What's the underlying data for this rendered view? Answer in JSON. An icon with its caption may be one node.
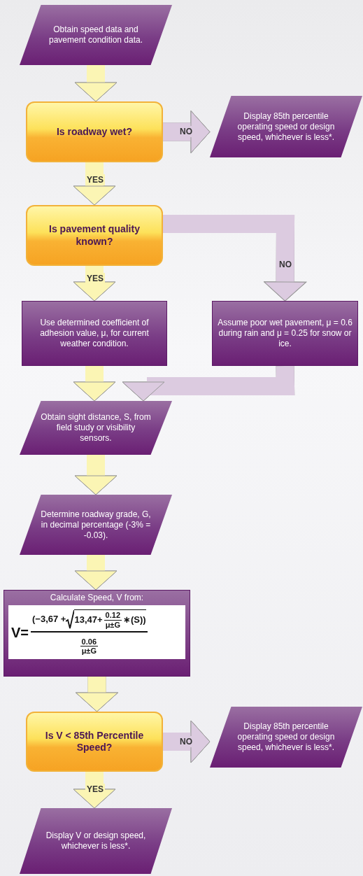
{
  "diagram": {
    "nodes": [
      {
        "text": [
          "Obtain speed data and pavement condition data."
        ]
      },
      {
        "text": [
          "Is roadway wet?"
        ]
      },
      {
        "text": [
          "Display 85th percentile operating speed or design speed, whichever is less*."
        ]
      },
      {
        "text": [
          "Is pavement quality known?"
        ]
      },
      {
        "text": [
          "Use determined coefficient of adhesion value, μ, for current weather condition."
        ]
      },
      {
        "text": [
          "Assume poor wet pavement, μ = 0.6 during rain and μ = 0.25 for snow or ice."
        ]
      },
      {
        "text": [
          "Obtain sight distance, S, from field study or visibility sensors."
        ]
      },
      {
        "text": [
          "Determine roadway grade, G, in decimal percentage (-3% = -0.03)."
        ]
      },
      {
        "text": [
          "Calculate Speed, V from:",
          "V=",
          "(−3,67 +",
          "13,47+",
          "0.12",
          "μ±G",
          "∗(S))",
          "0.06",
          "μ±G"
        ]
      },
      {
        "text": [
          "Is V < 85th Percentile Speed?"
        ]
      },
      {
        "text": [
          "Display 85th percentile operating speed or design speed, whichever is less*."
        ]
      },
      {
        "text": [
          "Display V or design speed, whichever is less*."
        ]
      }
    ],
    "edges": [
      {
        "from": 0,
        "to": 1,
        "arrow": "to"
      },
      {
        "from": 1,
        "to": 2,
        "arrow": "to",
        "label": "NO",
        "color": "#dccbe0"
      },
      {
        "from": 1,
        "to": 3,
        "arrow": "to",
        "label": "YES"
      },
      {
        "from": 3,
        "to": 4,
        "arrow": "to",
        "label": "YES"
      },
      {
        "from": 3,
        "to": 5,
        "arrow": "to",
        "label": "NO",
        "color": "#dccbe0"
      },
      {
        "from": 4,
        "to": 6,
        "arrow": "to"
      },
      {
        "from": 5,
        "to": 6,
        "arrow": "to",
        "color": "#dccbe0"
      },
      {
        "from": 6,
        "to": 7,
        "arrow": "to"
      },
      {
        "from": 7,
        "to": 8,
        "arrow": "to"
      },
      {
        "from": 8,
        "to": 9,
        "arrow": "to"
      },
      {
        "from": 9,
        "to": 10,
        "arrow": "to",
        "label": "NO",
        "color": "#dccbe0"
      },
      {
        "from": 9,
        "to": 11,
        "arrow": "to",
        "label": "YES"
      }
    ]
  }
}
